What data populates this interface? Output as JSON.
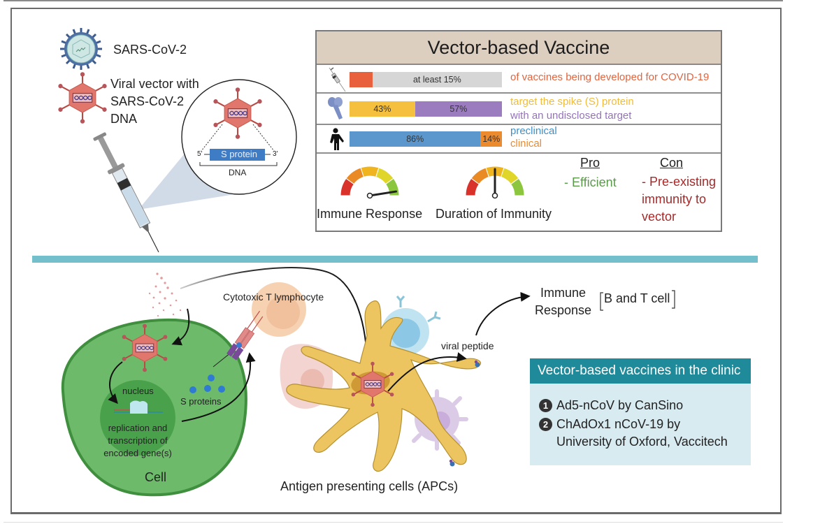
{
  "legend": {
    "virus_label": "SARS-CoV-2",
    "vector_label_lines": [
      "Viral vector with",
      "SARS-CoV-2",
      "DNA"
    ]
  },
  "inset": {
    "gene_label": "S protein",
    "five_prime": "5'",
    "three_prime": "3'",
    "dna_label": "DNA"
  },
  "vaccine_table": {
    "title": "Vector-based Vaccine",
    "rows": [
      {
        "icon": "syringe-icon",
        "segments": [
          {
            "value": 15,
            "label": "",
            "color": "#e8603c"
          },
          {
            "value": 85,
            "label": "at least 15%",
            "color": "#d6d6d6"
          }
        ],
        "texts": [
          {
            "text": "of vaccines being developed for COVID-19",
            "color": "#e2643e"
          }
        ]
      },
      {
        "icon": "spike-protein-icon",
        "segments": [
          {
            "value": 43,
            "label": "43%",
            "color": "#f4c03e"
          },
          {
            "value": 57,
            "label": "57%",
            "color": "#9b7cbf"
          }
        ],
        "texts": [
          {
            "text": "target the spike (S) protein",
            "color": "#f0bc3a"
          },
          {
            "text": "with an undisclosed target",
            "color": "#9474b8"
          }
        ]
      },
      {
        "icon": "person-icon",
        "segments": [
          {
            "value": 86,
            "label": "86%",
            "color": "#5b97cc"
          },
          {
            "value": 14,
            "label": "14%",
            "color": "#ec8a2e"
          }
        ],
        "texts": [
          {
            "text": "preclinical",
            "color": "#3f8fc7"
          },
          {
            "text": "clinical",
            "color": "#ec8a2e"
          }
        ]
      }
    ],
    "gauges": [
      {
        "label": "Immune Response",
        "level": 0.95
      },
      {
        "label": "Duration of Immunity",
        "level": 0.5
      }
    ],
    "pro": {
      "heading": "Pro",
      "items": [
        "- Efficient"
      ],
      "color": "#5a9a4a"
    },
    "con": {
      "heading": "Con",
      "lines": [
        "- Pre-existing",
        "immunity to",
        "vector"
      ],
      "color": "#a52a2a"
    }
  },
  "diagram": {
    "cell_label": "Cell",
    "nucleus_label": "nucleus",
    "nucleus_text_lines": [
      "replication and",
      "transcription of",
      "encoded gene(s)"
    ],
    "s_proteins_label": "S proteins",
    "ctl_label": "Cytotoxic T lymphocyte",
    "apc_label": "Antigen presenting cells (APCs)",
    "viral_peptide_label": "viral peptide",
    "immune_response_lines": [
      "Immune",
      "Response"
    ],
    "bt_cell_label": "B and T cell"
  },
  "clinic_box": {
    "title": "Vector-based vaccines in the clinic",
    "items": [
      {
        "num": "1",
        "lines": [
          "Ad5-nCoV by CanSino"
        ]
      },
      {
        "num": "2",
        "lines": [
          "ChAdOx1 nCoV-19 by",
          "University of Oxford, Vaccitech"
        ]
      }
    ]
  },
  "colors": {
    "divider": "#74bfcc",
    "cell_fill": "#6dbb6a",
    "nucleus_fill": "#4fa34f",
    "apc_fill": "#edc560",
    "vector_fill": "#e07a6e",
    "clinic_header": "#1f8a9a",
    "clinic_body": "#d8ebf1"
  }
}
